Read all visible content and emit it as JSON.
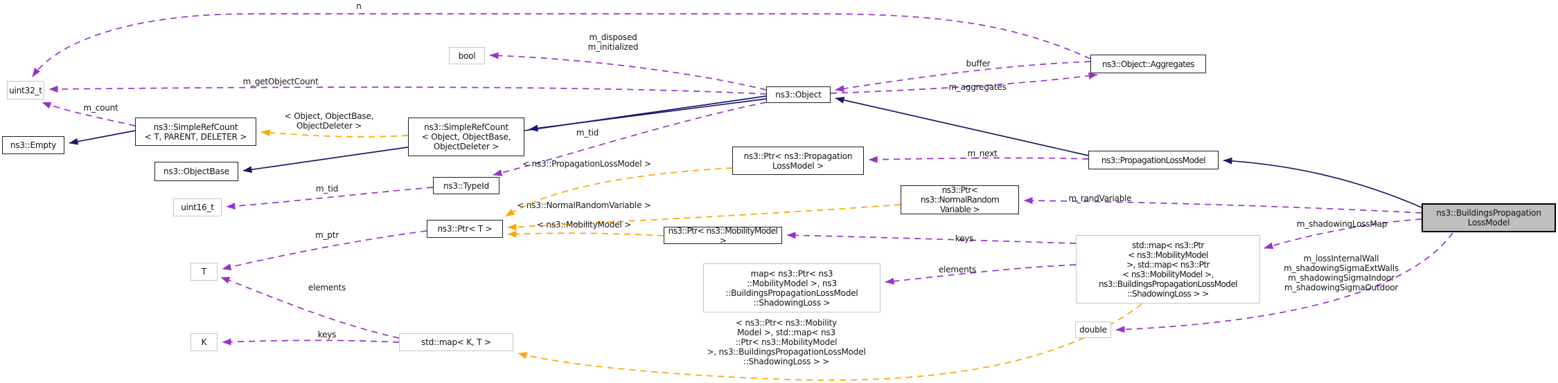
{
  "diagram": {
    "kind": "collaboration-graph",
    "colors": {
      "background": "#ffffff",
      "inheritance_edge": "#191970",
      "usage_edge": "#9932cc",
      "template_edge": "#ffa500",
      "class_border": "#1f1f1f",
      "type_border": "#c3c7ca",
      "highlight_fill": "#bfbfbf"
    },
    "boxes": {
      "uint32_t": {
        "label": "uint32_t"
      },
      "empty": {
        "label": "ns3::Empty"
      },
      "simple_ref_count_t": {
        "label": "ns3::SimpleRefCount\n< T, PARENT, DELETER >"
      },
      "object_base": {
        "label": "ns3::ObjectBase"
      },
      "uint16_t": {
        "label": "uint16_t"
      },
      "t": {
        "label": "T"
      },
      "k": {
        "label": "K"
      },
      "map_kt": {
        "label": "std::map< K, T >"
      },
      "bool": {
        "label": "bool"
      },
      "simple_ref_count_object": {
        "label": "ns3::SimpleRefCount\n< Object, ObjectBase,\nObjectDeleter >"
      },
      "type_id": {
        "label": "ns3::TypeId"
      },
      "ptr_t": {
        "label": "ns3::Ptr< T >"
      },
      "object": {
        "label": "ns3::Object"
      },
      "ptr_propagation_loss_model": {
        "label": "ns3::Ptr< ns3::Propagation\nLossModel >"
      },
      "ptr_normal_random_variable": {
        "label": "ns3::Ptr< ns3::NormalRandom\nVariable >"
      },
      "ptr_mobility_model": {
        "label": "ns3::Ptr< ns3::MobilityModel >"
      },
      "shadowing_map": {
        "label": "map< ns3::Ptr< ns3\n::MobilityModel >, ns3\n::BuildingsPropagationLossModel\n::ShadowingLoss >"
      },
      "shadowing_map_map": {
        "label": "std::map< ns3::Ptr\n< ns3::MobilityModel\n>, std::map< ns3::Ptr\n< ns3::MobilityModel >,\nns3::BuildingsPropagationLossModel\n::ShadowingLoss > >"
      },
      "double": {
        "label": "double"
      },
      "aggregates": {
        "label": "ns3::Object::Aggregates"
      },
      "propagation_loss_model": {
        "label": "ns3::PropagationLossModel"
      },
      "buildings_propagation_loss_model": {
        "label": "ns3::BuildingsPropagation\nLossModel"
      }
    },
    "edge_labels": {
      "n": "n",
      "m_disposed_m_initialized": "m_disposed\nm_initialized",
      "m_getObjectCount": "m_getObjectCount",
      "m_count": "m_count",
      "tmpl_object": "< Object, ObjectBase,\nObjectDeleter >",
      "m_tid_object": "m_tid",
      "m_tid_uint16": "m_tid",
      "tmpl_plm": "< ns3::PropagationLossModel >",
      "tmpl_nrv": "< ns3::NormalRandomVariable >",
      "tmpl_mm": "< ns3::MobilityModel >",
      "m_ptr": "m_ptr",
      "elements_t": "elements",
      "keys_k": "keys",
      "buffer": "buffer",
      "m_aggregates": "m_aggregates",
      "m_next": "m_next",
      "m_randVariable": "m_randVariable",
      "keys_ptr": "keys",
      "elements_map": "elements",
      "m_shadowingLossMap": "m_shadowingLossMap",
      "sigma_members": "m_lossInternalWall\nm_shadowingSigmaExtWalls\nm_shadowingSigmaIndoor\nm_shadowingSigmaOutdoor",
      "tmpl_map": "< ns3::Ptr< ns3::Mobility\nModel >, std::map< ns3\n::Ptr< ns3::MobilityModel\n>, ns3::BuildingsPropagationLossModel\n::ShadowingLoss > >"
    }
  }
}
